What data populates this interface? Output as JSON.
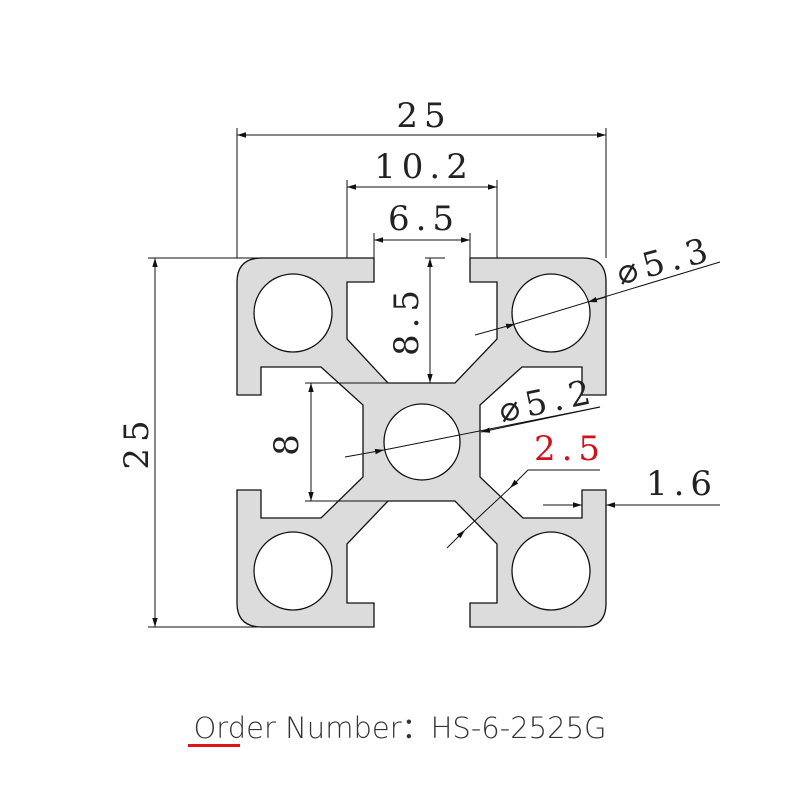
{
  "drawing": {
    "dimensions": {
      "overall_width": "25",
      "overall_height": "25",
      "slot_outer": "10.2",
      "slot_opening": "6.5",
      "slot_depth": "8.5",
      "core_height": "8",
      "corner_hole": "⌀5.3",
      "center_hole": "⌀5.2",
      "web_thickness": "2.5",
      "wall_thickness": "1.6"
    },
    "colors": {
      "profile_fill": "#dcdcdc",
      "highlight": "#d0121b"
    }
  },
  "caption": {
    "label": "Order Number：",
    "value": "HS-6-2525G"
  }
}
